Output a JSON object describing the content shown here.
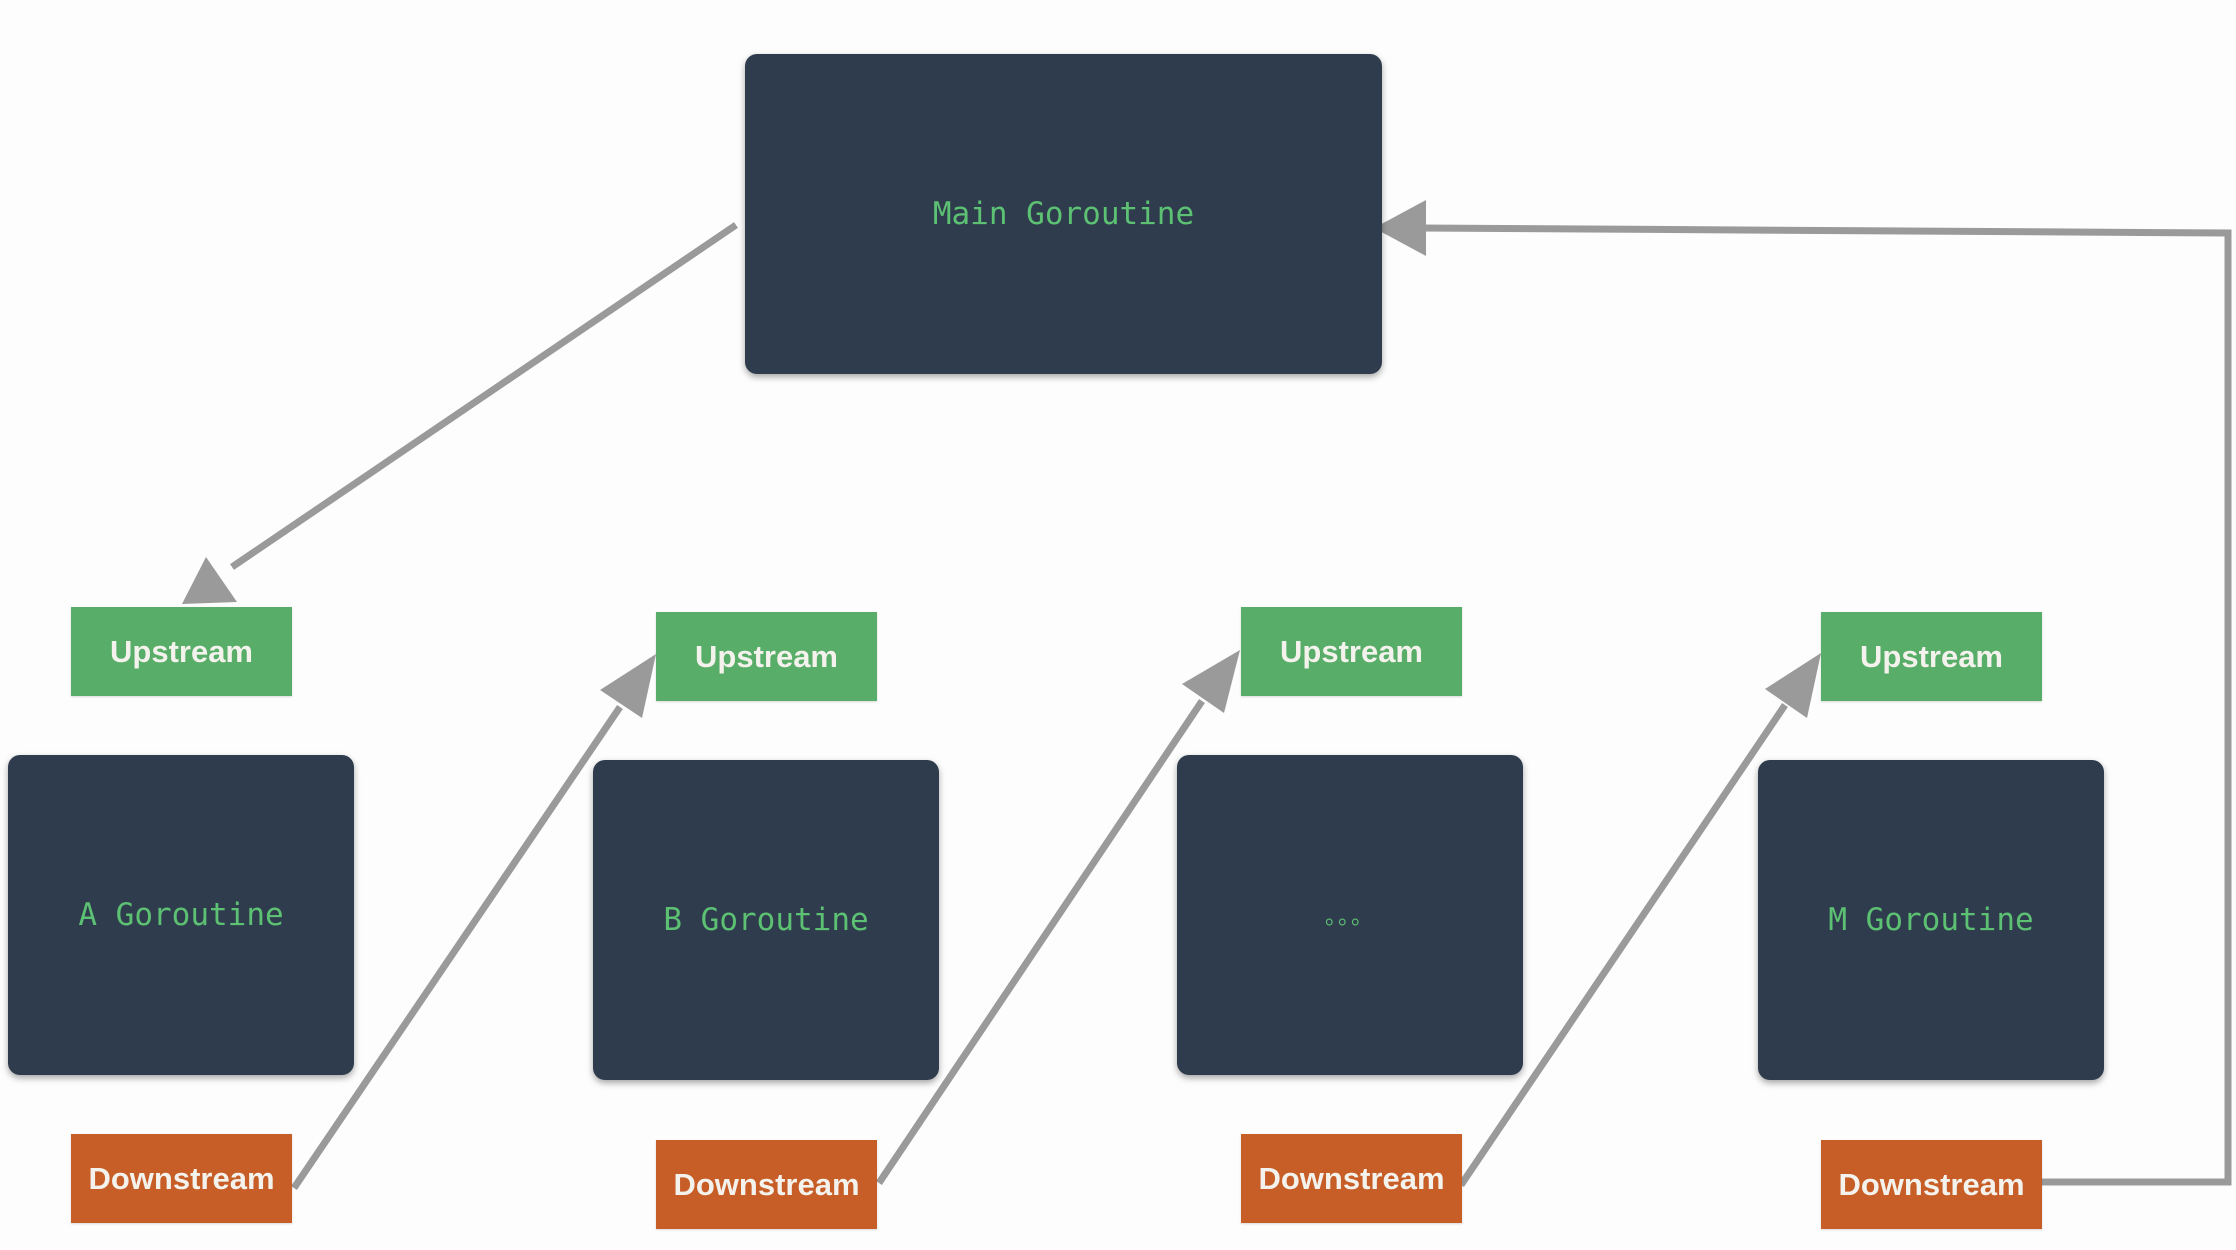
{
  "colors": {
    "box": "#2f3c4d",
    "box_text": "#5cc172",
    "upstream": "#58ad68",
    "downstream": "#c75d27",
    "arrow": "#9a9a9a",
    "pill_text": "#f4f2ec"
  },
  "main": {
    "label": "Main Goroutine"
  },
  "workers": [
    {
      "label": "A Goroutine",
      "upstream": "Upstream",
      "downstream": "Downstream"
    },
    {
      "label": "B Goroutine",
      "upstream": "Upstream",
      "downstream": "Downstream"
    },
    {
      "label": "。。。",
      "upstream": "Upstream",
      "downstream": "Downstream"
    },
    {
      "label": "M Goroutine",
      "upstream": "Upstream",
      "downstream": "Downstream"
    }
  ]
}
